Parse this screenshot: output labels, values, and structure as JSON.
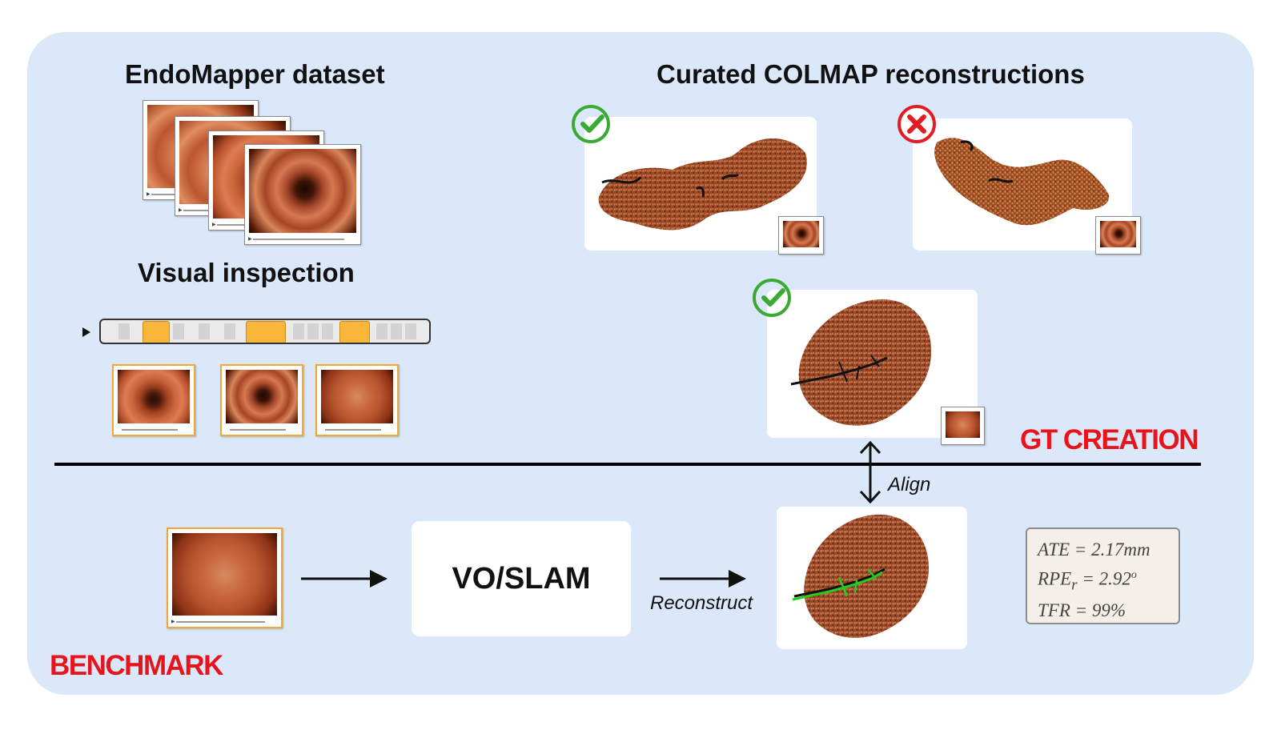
{
  "headings": {
    "dataset": "EndoMapper dataset",
    "inspection": "Visual inspection",
    "curated": "Curated COLMAP reconstructions"
  },
  "sections": {
    "gt": "GT CREATION",
    "benchmark": "BENCHMARK"
  },
  "pipeline": {
    "method": "VO/SLAM",
    "reconstruct_label": "Reconstruct",
    "align_label": "Align"
  },
  "metrics": [
    {
      "name": "ATE",
      "value": "2.17mm"
    },
    {
      "name": "RPE",
      "subscript": "r",
      "value": "2.92",
      "unit": "o"
    },
    {
      "name": "TFR",
      "value": "99%"
    }
  ],
  "status": {
    "accepted_color": "#3aaa35",
    "rejected_color": "#e31b23",
    "accent_color": "#f8b73a"
  },
  "icons": [
    "check-circle-icon",
    "cross-circle-icon",
    "play-icon",
    "arrow-right-icon",
    "double-arrow-icon"
  ]
}
